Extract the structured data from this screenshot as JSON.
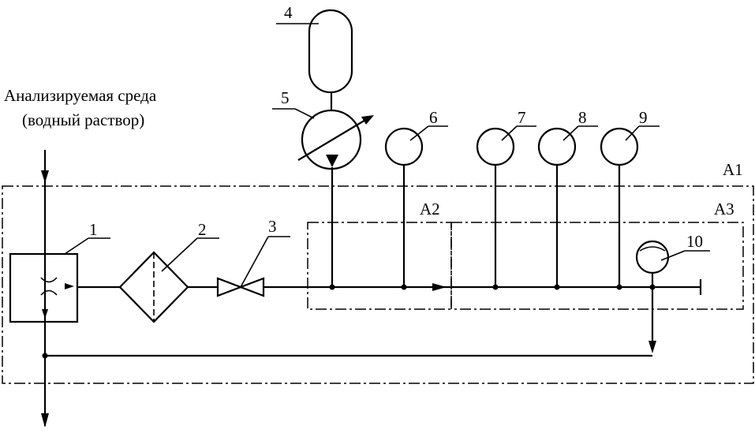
{
  "labels": {
    "medium_line1": "Анализируемая среда",
    "medium_line2": "(водный раствор)",
    "n1": "1",
    "n2": "2",
    "n3": "3",
    "n4": "4",
    "n5": "5",
    "n6": "6",
    "n7": "7",
    "n8": "8",
    "n9": "9",
    "n10": "10",
    "a1": "A1",
    "a2": "A2",
    "a3": "A3"
  }
}
